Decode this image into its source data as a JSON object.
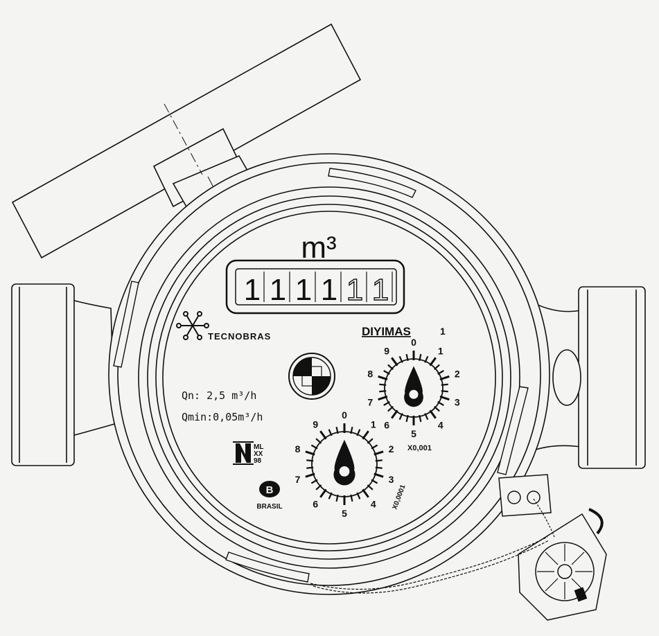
{
  "meter": {
    "unit_label": "m³",
    "counter_digits": [
      "1",
      "1",
      "1",
      "1",
      "1",
      "1"
    ],
    "maker_logo_text": "TECNOBRAS",
    "model_text": "DIYIMAS",
    "model_number": "1",
    "spec_qn": "Qn:  2,5 m³/h",
    "spec_qmin": "Qmin:0,05m³/h",
    "approval_lines": [
      "ML",
      "XX",
      "98"
    ],
    "country_badge_letter": "B",
    "country_text": "BRASIL",
    "dial_upper": {
      "numbers": [
        "0",
        "1",
        "2",
        "3",
        "4",
        "5",
        "6",
        "7",
        "8",
        "9"
      ],
      "multiplier": "X0,001"
    },
    "dial_lower": {
      "numbers": [
        "0",
        "1",
        "2",
        "3",
        "4",
        "5",
        "6",
        "7",
        "8",
        "9"
      ],
      "multiplier": "X0,0001"
    }
  },
  "colors": {
    "ink": "#111111",
    "paper": "#f4f4f2"
  }
}
